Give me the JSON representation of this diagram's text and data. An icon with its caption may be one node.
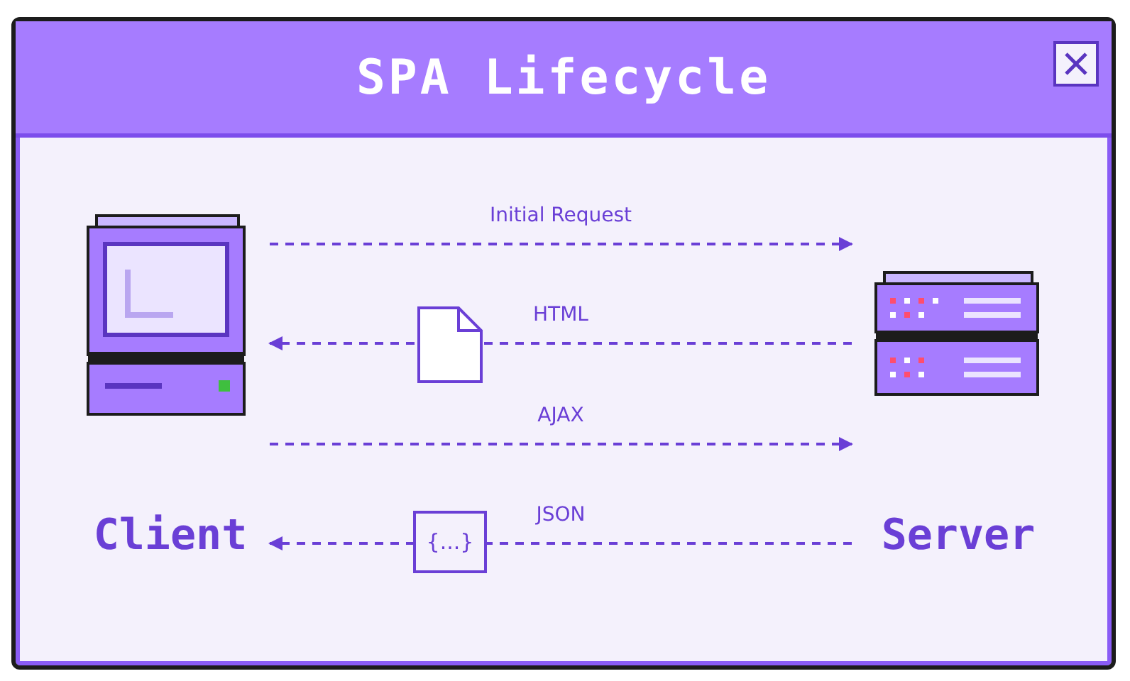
{
  "diagram": {
    "title": "SPA Lifecycle",
    "nodes": [
      {
        "text": [
          "Client"
        ]
      },
      {
        "text": [
          "Server"
        ]
      }
    ],
    "edges": [
      {
        "from": 0,
        "to": 1,
        "arrow": "to",
        "label": "Initial Request",
        "style": "dashed"
      },
      {
        "from": 1,
        "to": 0,
        "arrow": "to",
        "label": "HTML",
        "style": "dashed"
      },
      {
        "from": 0,
        "to": 1,
        "arrow": "to",
        "label": "AJAX",
        "style": "dashed"
      },
      {
        "from": 1,
        "to": 0,
        "arrow": "to",
        "label": "JSON",
        "style": "dashed"
      }
    ],
    "labels": [
      "{...}"
    ]
  }
}
